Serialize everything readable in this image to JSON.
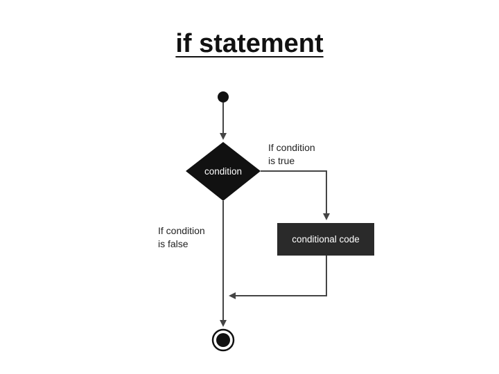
{
  "title": "if statement",
  "diagram": {
    "nodes": {
      "decision": {
        "label": "condition",
        "shape": "diamond"
      },
      "action": {
        "label": "conditional code",
        "shape": "rectangle"
      }
    },
    "edges": {
      "true_label": [
        "If condition",
        "is true"
      ],
      "false_label": [
        "If condition",
        "is false"
      ]
    },
    "colors": {
      "node_fill": "#111111",
      "box_fill": "#2a2a2a",
      "line": "#444444",
      "text_on_node": "#ffffff"
    }
  }
}
